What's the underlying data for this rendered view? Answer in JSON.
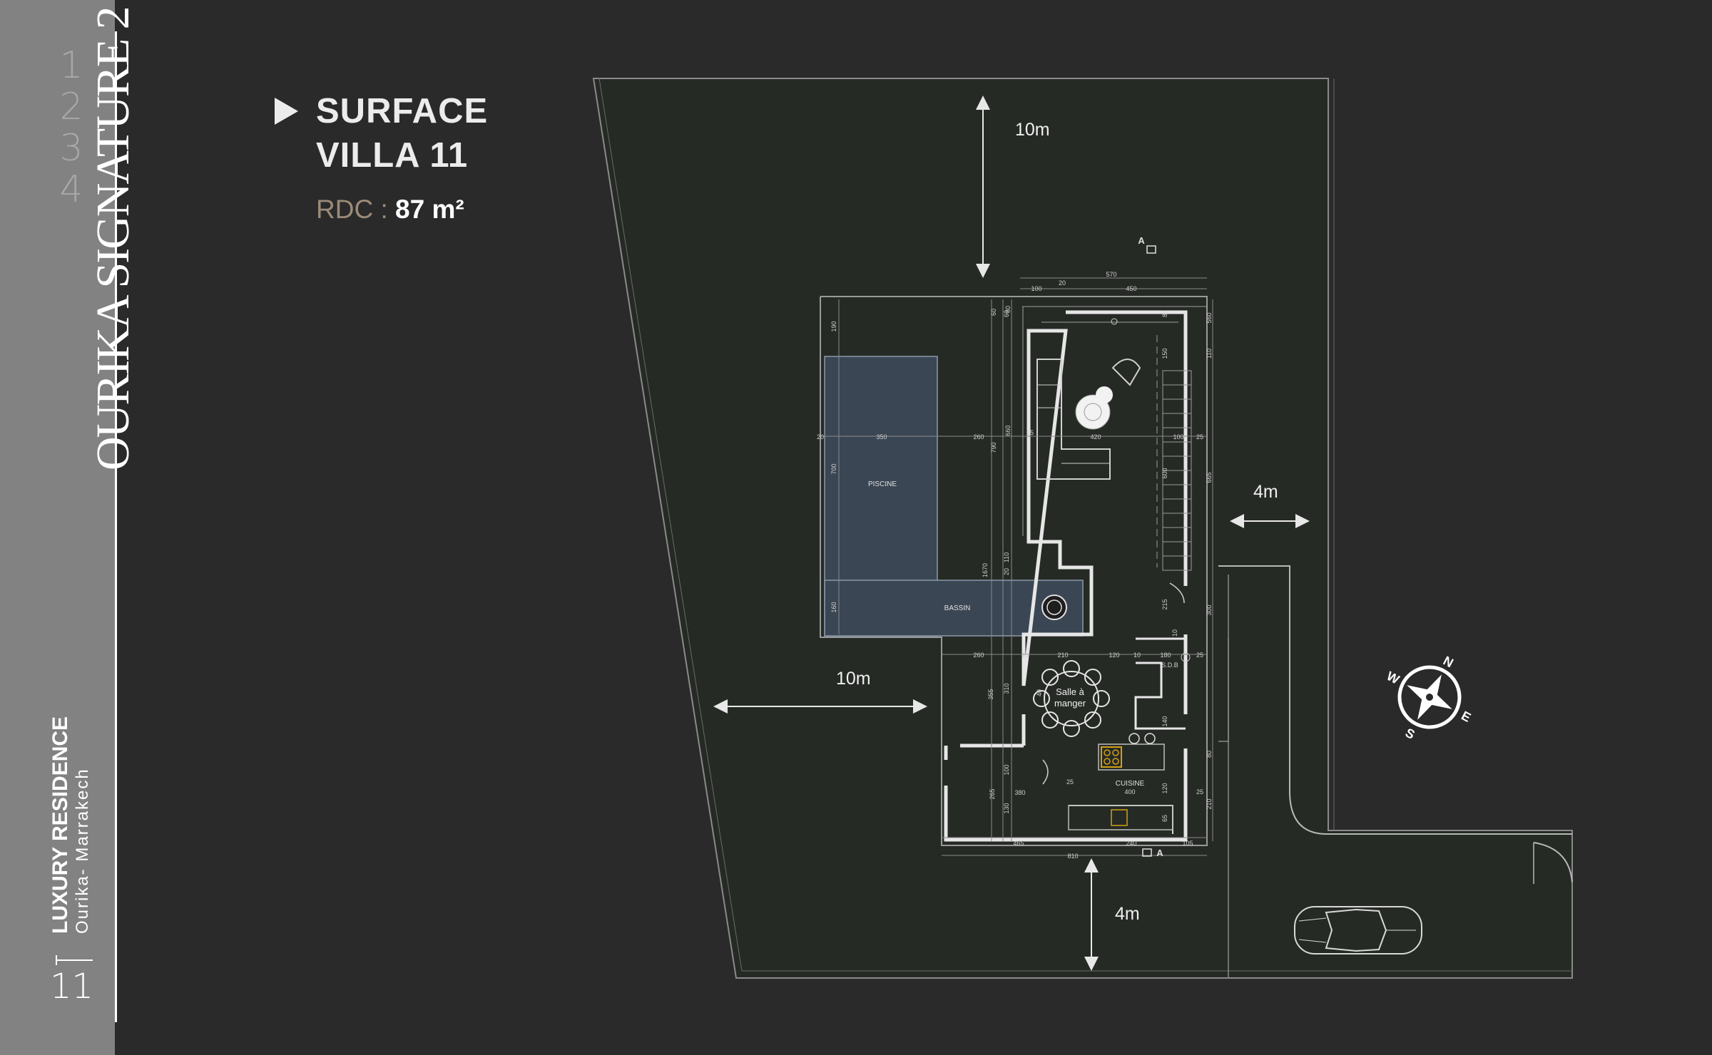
{
  "sidebar": {
    "steps": [
      "1",
      "2",
      "3",
      "4"
    ],
    "brand": "OURIKA SIGNATURE 2",
    "residence_title": "LUXURY RESIDENCE",
    "residence_location": "Ourika- Marrakech",
    "page_number": "11"
  },
  "header": {
    "title_line1": "SURFACE",
    "title_line2": "VILLA 11",
    "floor_label": "RDC",
    "separator": ":",
    "area_value": "87 m²"
  },
  "plan": {
    "setbacks": {
      "north": "10m",
      "west": "10m",
      "east": "4m",
      "south": "4m"
    },
    "rooms": {
      "pool": "PISCINE",
      "basin": "BASSIN",
      "dining_line1": "Salle à",
      "dining_line2": "manger",
      "kitchen": "CUISINE",
      "kitchen_dim": "400",
      "bath": "S.D.B"
    },
    "section_marker": "A",
    "compass": [
      "N",
      "E",
      "S",
      "W"
    ],
    "dimensions": {
      "top_total": "570",
      "top_parts": [
        "100",
        "20",
        "450"
      ],
      "pool_width": "350",
      "pool_gap": "260",
      "living_width": "420",
      "left_margin": "20",
      "stair_width": "100",
      "wall_25": "25",
      "dining_row": [
        "260",
        "25",
        "210",
        "120",
        "10",
        "180",
        "25"
      ],
      "bottom_parts": [
        "465",
        "240",
        "105"
      ],
      "bottom_total": "810",
      "kitchen_row": "380",
      "v_pool": [
        "190",
        "700",
        "160"
      ],
      "v_living": [
        "60",
        "80",
        "660",
        "790",
        "150",
        "110",
        "600",
        "665",
        "80",
        "560",
        "1670",
        "300",
        "215",
        "10",
        "110",
        "20"
      ],
      "v_lower": [
        "355",
        "310",
        "40",
        "140",
        "80",
        "120",
        "65",
        "100",
        "265",
        "130",
        "210"
      ]
    }
  },
  "colors": {
    "background": "#2a2a2a",
    "sidebar": "#828282",
    "plot": "#262a25",
    "pool": "#3a4654",
    "lines": "#d8d8d8",
    "accent_brown": "#9b8b78",
    "hob": "#d4a017"
  }
}
